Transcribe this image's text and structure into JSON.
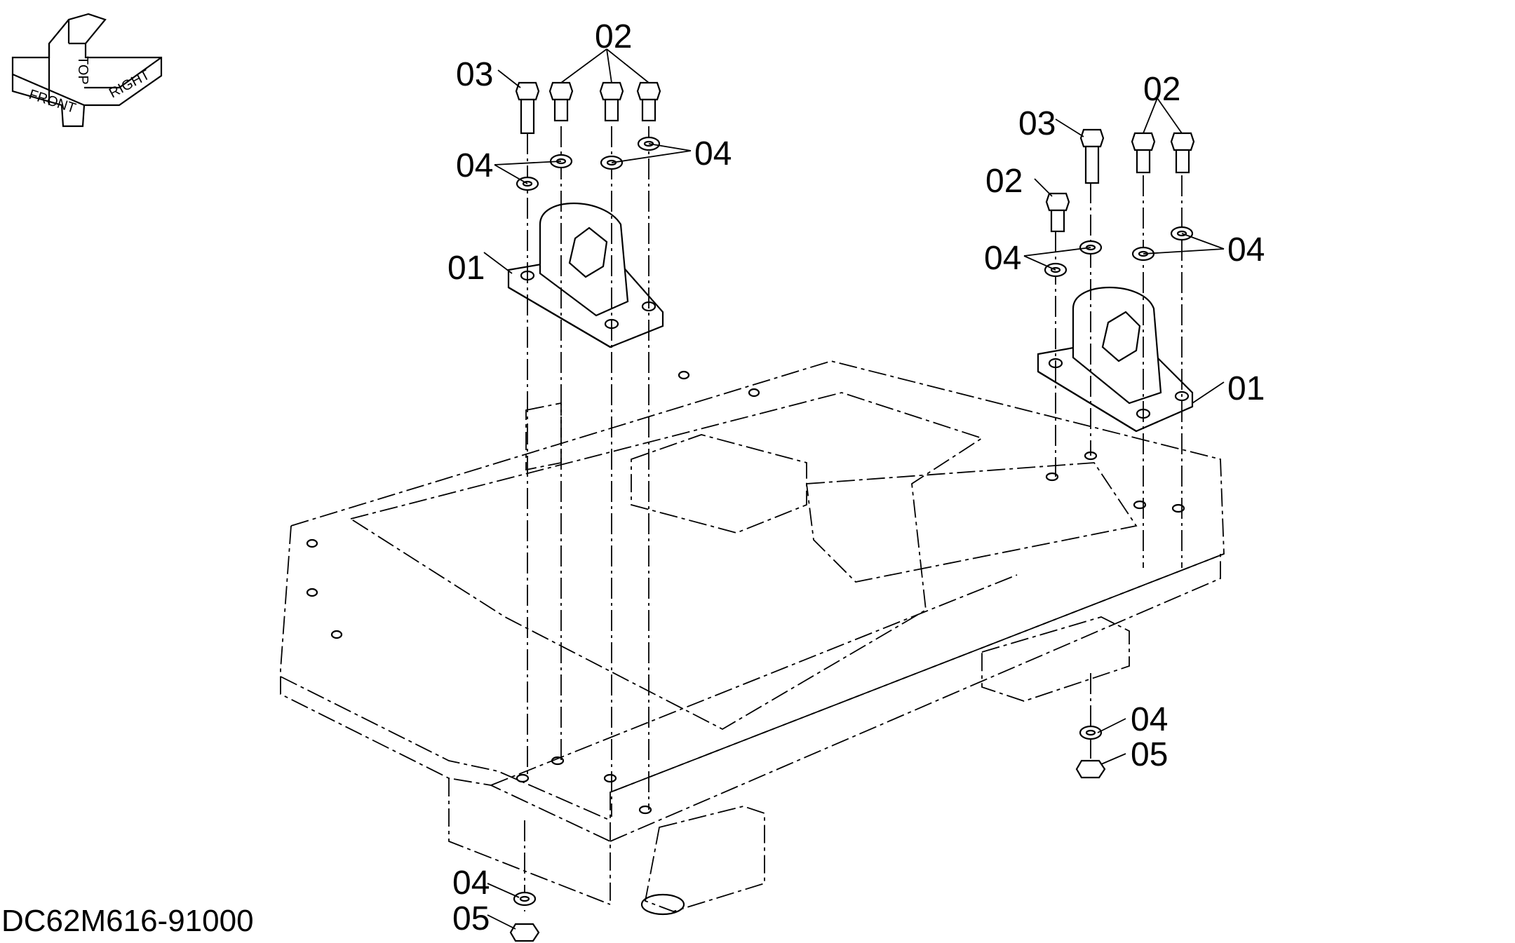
{
  "drawing": {
    "doc_id": "DC62M616-91000",
    "orientation_indicator": {
      "top": "TOP",
      "front": "FRONT",
      "right": "RIGHT"
    }
  },
  "callouts": {
    "left": {
      "p01": "01",
      "p02": "02",
      "p03": "03",
      "p04a": "04",
      "p04b": "04",
      "p04c": "04",
      "p05": "05"
    },
    "right": {
      "p01": "01",
      "p02a": "02",
      "p02b": "02",
      "p03": "03",
      "p04a": "04",
      "p04b": "04",
      "p04c": "04",
      "p05": "05"
    }
  }
}
